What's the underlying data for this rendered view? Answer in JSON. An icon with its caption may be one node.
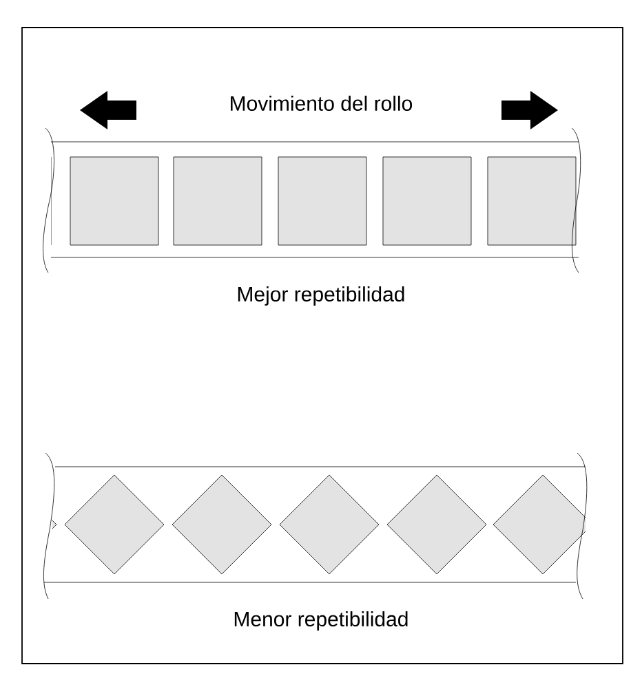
{
  "diagram": {
    "labels": [
      "Movimiento del rollo",
      "Mejor repetibilidad",
      "Menor repetibilidad"
    ]
  }
}
